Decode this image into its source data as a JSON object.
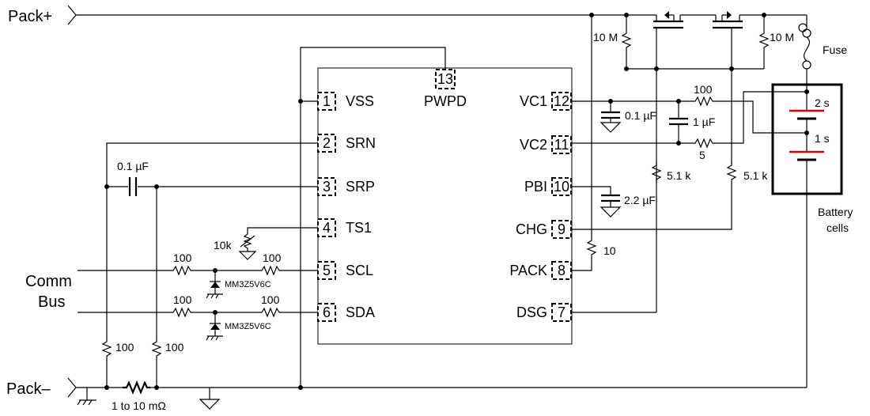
{
  "nets": {
    "pack_plus": "Pack+",
    "pack_minus": "Pack–",
    "comm_bus_1": "Comm",
    "comm_bus_2": "Bus"
  },
  "ic": {
    "pins": [
      {
        "num": "1",
        "name": "VSS"
      },
      {
        "num": "2",
        "name": "SRN"
      },
      {
        "num": "3",
        "name": "SRP"
      },
      {
        "num": "4",
        "name": "TS1"
      },
      {
        "num": "5",
        "name": "SCL"
      },
      {
        "num": "6",
        "name": "SDA"
      },
      {
        "num": "7",
        "name": "DSG"
      },
      {
        "num": "8",
        "name": "PACK"
      },
      {
        "num": "9",
        "name": "CHG"
      },
      {
        "num": "10",
        "name": "PBI"
      },
      {
        "num": "11",
        "name": "VC2"
      },
      {
        "num": "12",
        "name": "VC1"
      },
      {
        "num": "13",
        "name": "PWPD"
      }
    ]
  },
  "components": {
    "c_srp": "0.1 µF",
    "thermistor": "10k",
    "r_scl_left": "100",
    "r_scl_right": "100",
    "r_sda_left": "100",
    "r_sda_right": "100",
    "zener_1": "MM3Z5V6C",
    "zener_2": "MM3Z5V6C",
    "r_pull_left": "100",
    "r_pull_right": "100",
    "r_sense": "1 to 10 mΩ",
    "r_gate_1": "10 M",
    "r_gate_2": "10 M",
    "c_vc1": "0.1 µF",
    "r_vc1": "100",
    "c_cell": "1 µF",
    "r_vc2": "5",
    "r_dsg": "5.1 k",
    "r_chg": "5.1 k",
    "c_pbi": "2.2 µF",
    "r_pack": "10",
    "fuse": "Fuse",
    "cell_top": "2 s",
    "cell_bottom": "1 s",
    "battery_1": "Battery",
    "battery_2": "cells"
  }
}
